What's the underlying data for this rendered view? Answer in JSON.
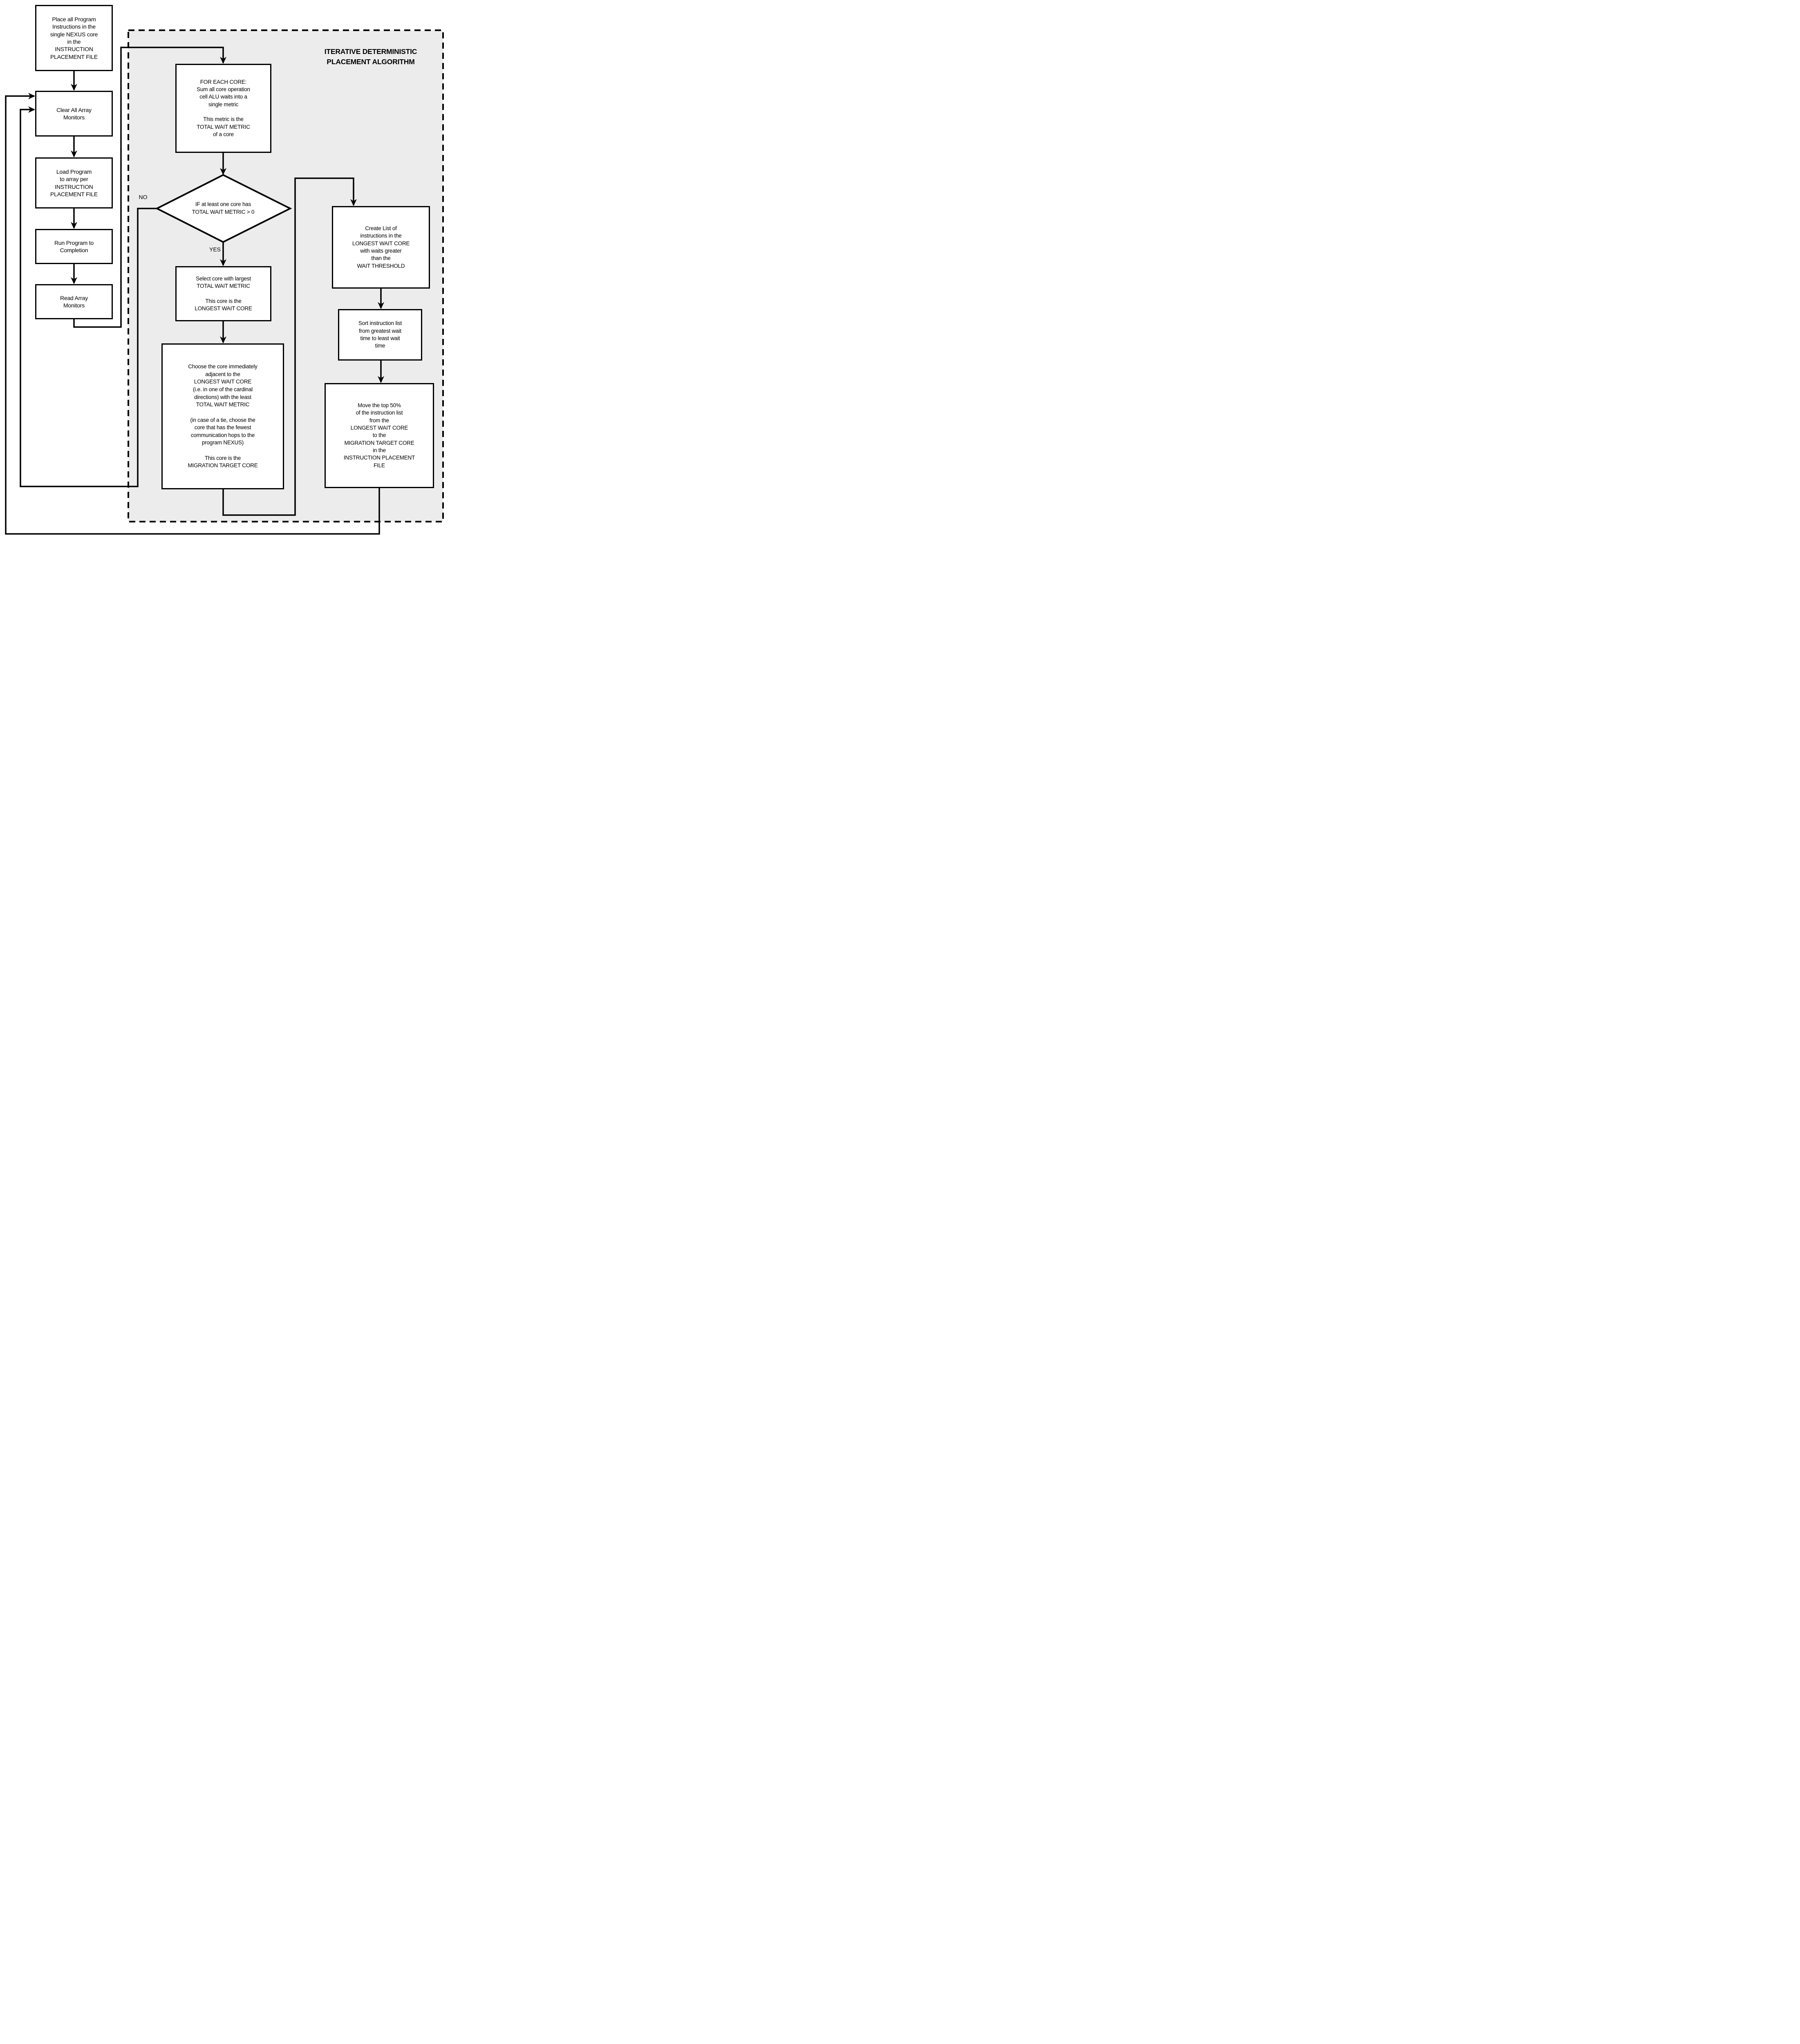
{
  "title": {
    "text": "ITERATIVE DETERMINISTIC\nPLACEMENT ALGORITHM"
  },
  "labels": {
    "no": "NO",
    "yes": "YES"
  },
  "colors": {
    "algorithm_bg": "#ececec",
    "stroke": "#000000",
    "node_bg": "#ffffff"
  },
  "nodes": {
    "place": {
      "text": "Place all Program\nInstructions in the\nsingle NEXUS core\nin the\nINSTRUCTION\nPLACEMENT FILE"
    },
    "clear": {
      "text": "Clear All Array\nMonitors"
    },
    "load": {
      "text": "Load Program\nto array per\nINSTRUCTION\nPLACEMENT FILE"
    },
    "run": {
      "text": "Run Program to\nCompletion"
    },
    "read": {
      "text": "Read Array\nMonitors"
    },
    "foreach": {
      "text": "FOR EACH CORE:\nSum all core operation\ncell ALU waits into a\nsingle metric\n\nThis metric is the\nTOTAL WAIT METRIC\nof a core"
    },
    "decision": {
      "text": "IF at least one core has\nTOTAL WAIT METRIC > 0"
    },
    "select": {
      "text": "Select core with largest\nTOTAL WAIT METRIC\n\nThis core is the\nLONGEST WAIT CORE"
    },
    "choose": {
      "text": "Choose the core immediately\nadjacent to the\nLONGEST WAIT CORE\n(i.e. in one of the cardinal\ndirections) with the least\nTOTAL WAIT METRIC\n\n(in case of a tie, choose the\ncore that has the fewest\ncommunication hops to the\nprogram NEXUS)\n\nThis core is the\nMIGRATION TARGET CORE"
    },
    "create": {
      "text": "Create List of\ninstructions in the\nLONGEST WAIT CORE\nwith waits greater\nthan the\nWAIT THRESHOLD"
    },
    "sort": {
      "text": "Sort instruction list\nfrom greatest wait\ntime to least wait\ntime"
    },
    "move": {
      "text": "Move the top 50%\nof the instruction list\nfrom the\nLONGEST WAIT CORE\nto the\nMIGRATION TARGET CORE\nin the\nINSTRUCTION PLACEMENT\nFILE"
    }
  }
}
